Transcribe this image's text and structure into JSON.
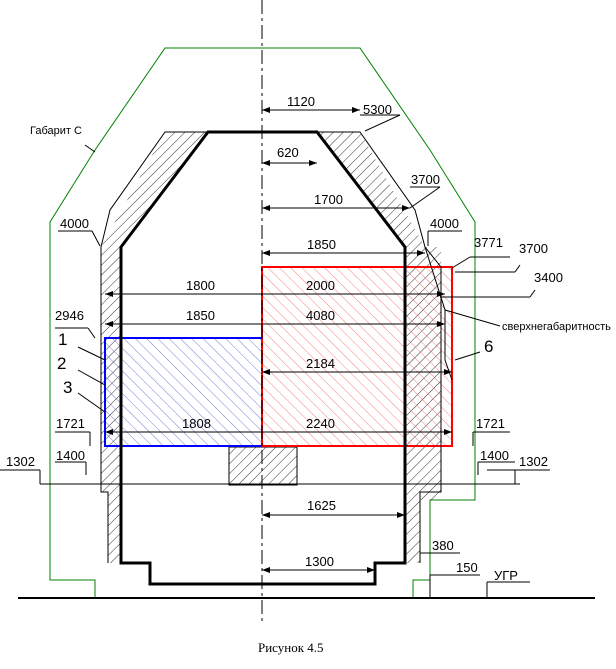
{
  "labels": {
    "gabarit": "Габарит С",
    "over": "сверхнегабаритность",
    "ugr": "УГР",
    "caption": "Рисунок 4.5"
  },
  "zone_numbers": {
    "n1": "1",
    "n2": "2",
    "n3": "3",
    "n6": "6"
  },
  "dims": {
    "d1120": "1120",
    "d5300": "5300",
    "d620": "620",
    "d3700a": "3700",
    "d1700": "1700",
    "d4000l": "4000",
    "d4000r": "4000",
    "d1850a": "1850",
    "d3771": "3771",
    "d3700b": "3700",
    "d3400": "3400",
    "d1800": "1800",
    "d2000": "2000",
    "d2946": "2946",
    "d1850b": "1850",
    "d4080": "4080",
    "d2184": "2184",
    "d1808": "1808",
    "d2240": "2240",
    "d1721l": "1721",
    "d1721r": "1721",
    "d1400l": "1400",
    "d1400r": "1400",
    "d1302l": "1302",
    "d1302r": "1302",
    "d1625": "1625",
    "d1300": "1300",
    "d380": "380",
    "d150": "150"
  },
  "colors": {
    "outline": "#000000",
    "gauge": "#008000",
    "zone_blue": "#0000ff",
    "zone_red": "#ff0000",
    "hatch_red": "#f06060",
    "hatch_blue": "#5060d0"
  }
}
